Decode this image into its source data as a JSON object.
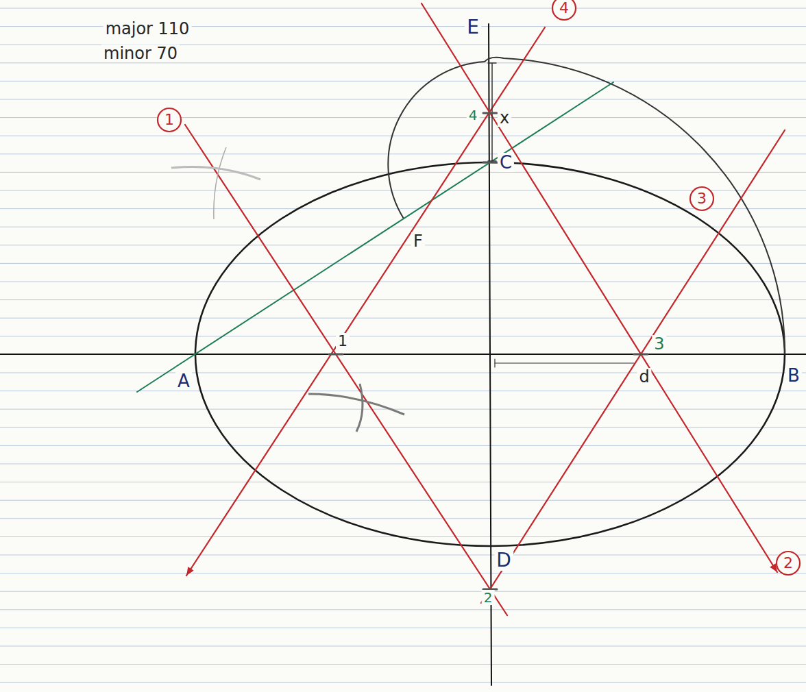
{
  "diagram": {
    "labels": [
      "major 110",
      "minor 70",
      "E",
      "4",
      "1",
      "4",
      "x",
      "C",
      "3",
      "F",
      "1",
      "3",
      "A",
      "d",
      "B",
      "D",
      "2",
      "2"
    ]
  }
}
